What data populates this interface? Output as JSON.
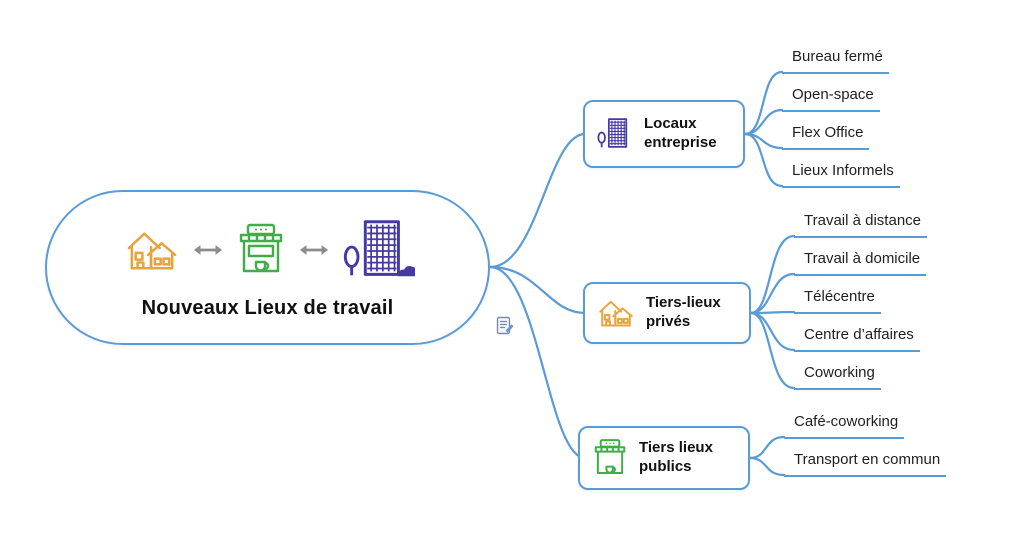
{
  "central": {
    "label": "Nouveaux Lieux de travail"
  },
  "note": {
    "name": "note-indicator"
  },
  "colors": {
    "line": "#5B9BD5",
    "orange": "#E8A33D",
    "green": "#3FAE49",
    "purple": "#4539A3",
    "arrow": "#8c8c8c"
  },
  "branches": [
    {
      "label": "Locaux entreprise",
      "icon": "office-building-icon",
      "leaves": [
        "Bureau fermé",
        "Open-space",
        "Flex Office",
        "Lieux Informels"
      ]
    },
    {
      "label": "Tiers-lieux privés",
      "icon": "houses-icon",
      "leaves": [
        "Travail à distance",
        "Travail à domicile",
        "Télécentre",
        "Centre d’affaires",
        "Coworking"
      ]
    },
    {
      "label": "Tiers lieux publics",
      "icon": "storefront-icon",
      "leaves": [
        "Café-coworking",
        "Transport en commun"
      ]
    }
  ]
}
